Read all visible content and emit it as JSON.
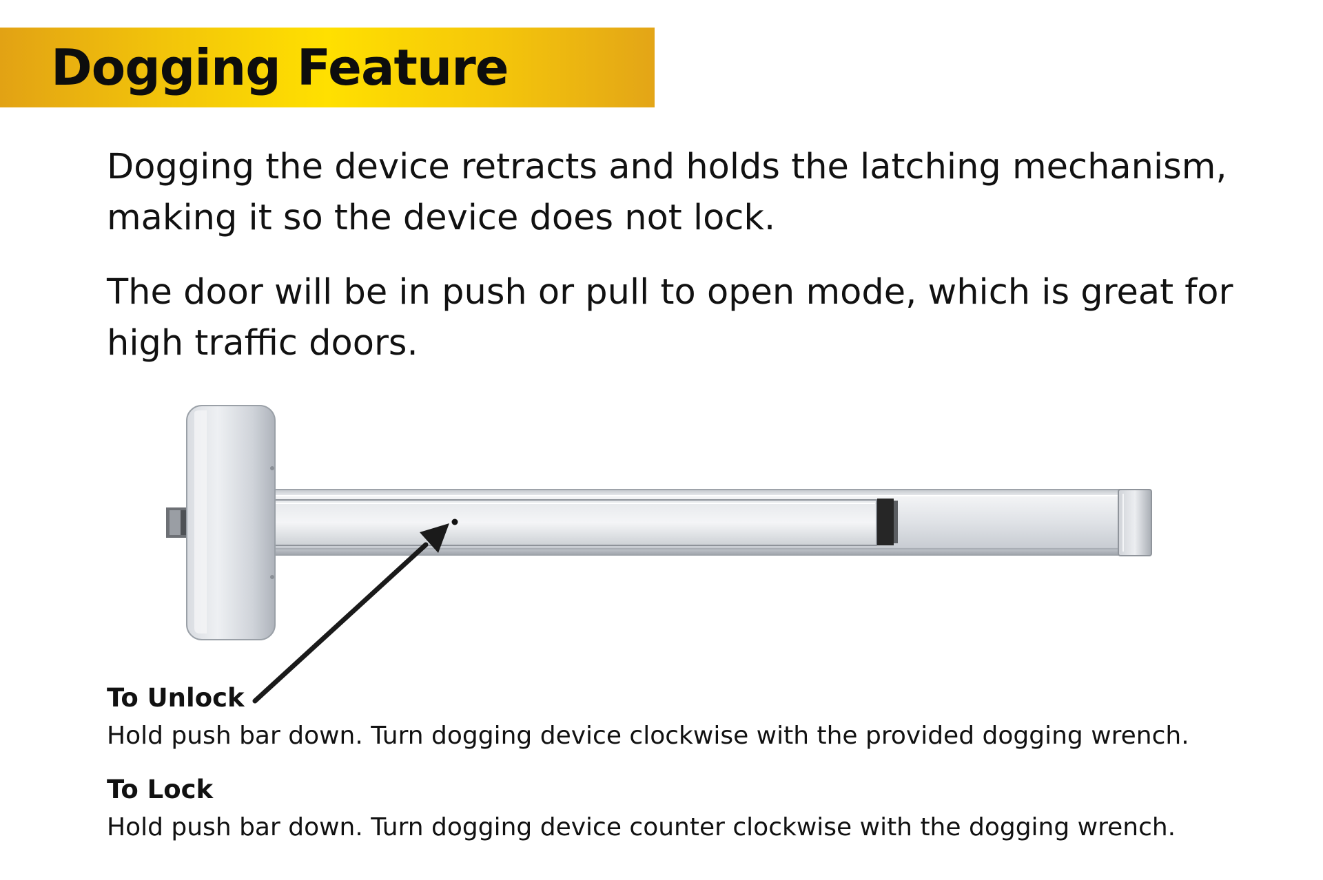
{
  "header": {
    "title": "Dogging Feature",
    "accent_gradient": [
      "#e2a214",
      "#ffe000",
      "#e3a517"
    ]
  },
  "intro": {
    "paragraph_1": "Dogging the device retracts and holds the latching mechanism, making it so the device does not lock.",
    "paragraph_2": "The door will be in push or pull to open mode, which is great for high traffic doors."
  },
  "diagram": {
    "subject": "exit device push bar",
    "finish_color": "#c9cdd3",
    "arrow_color": "#1a1a1a"
  },
  "instructions": {
    "unlock": {
      "heading": "To Unlock",
      "text": "Hold push bar down. Turn dogging device clockwise with the provided dogging wrench."
    },
    "lock": {
      "heading": "To Lock",
      "text": "Hold push bar down. Turn dogging device counter clockwise with the dogging wrench."
    }
  }
}
